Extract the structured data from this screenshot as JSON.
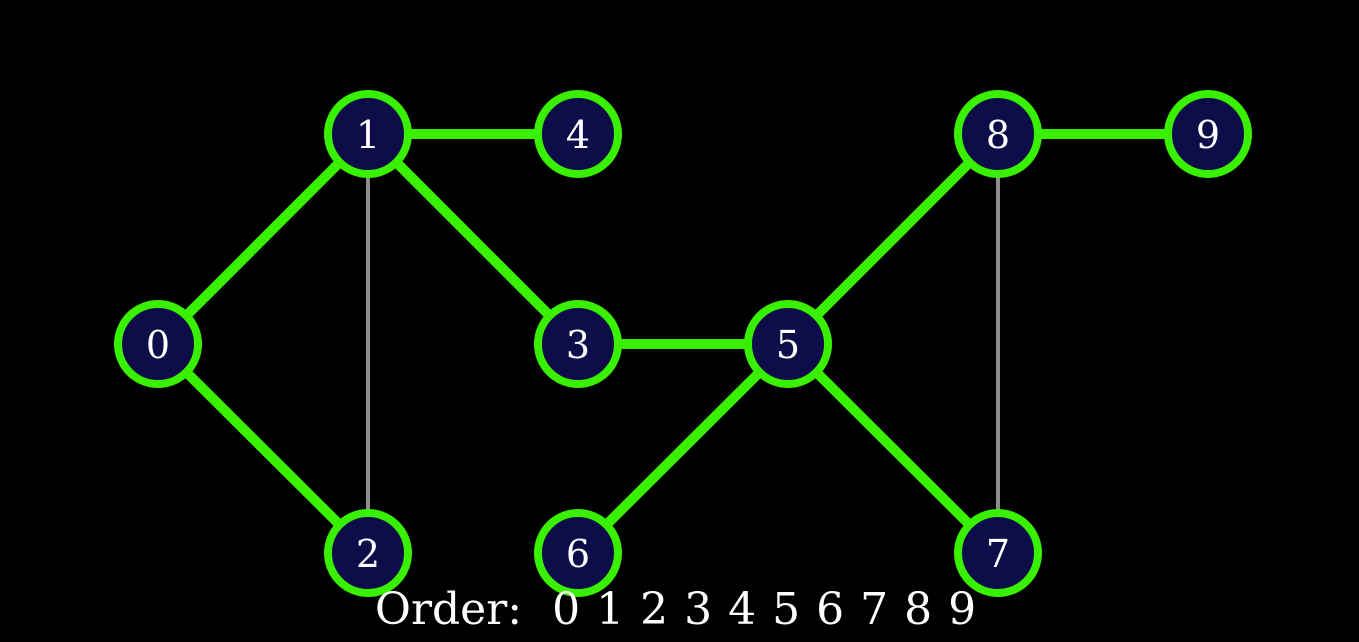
{
  "diagram": {
    "type": "graph-traversal",
    "nodes": [
      {
        "id": "0",
        "label": "0"
      },
      {
        "id": "1",
        "label": "1"
      },
      {
        "id": "2",
        "label": "2"
      },
      {
        "id": "3",
        "label": "3"
      },
      {
        "id": "4",
        "label": "4"
      },
      {
        "id": "5",
        "label": "5"
      },
      {
        "id": "6",
        "label": "6"
      },
      {
        "id": "7",
        "label": "7"
      },
      {
        "id": "8",
        "label": "8"
      },
      {
        "id": "9",
        "label": "9"
      }
    ],
    "edges": [
      {
        "from": "0",
        "to": "1",
        "highlighted": true
      },
      {
        "from": "0",
        "to": "2",
        "highlighted": true
      },
      {
        "from": "1",
        "to": "2",
        "highlighted": false
      },
      {
        "from": "1",
        "to": "3",
        "highlighted": true
      },
      {
        "from": "1",
        "to": "4",
        "highlighted": true
      },
      {
        "from": "3",
        "to": "5",
        "highlighted": true
      },
      {
        "from": "5",
        "to": "6",
        "highlighted": true
      },
      {
        "from": "5",
        "to": "7",
        "highlighted": true
      },
      {
        "from": "5",
        "to": "8",
        "highlighted": true
      },
      {
        "from": "8",
        "to": "7",
        "highlighted": false
      },
      {
        "from": "8",
        "to": "9",
        "highlighted": true
      }
    ],
    "colors": {
      "background": "#000000",
      "node_fill": "#0d0d4a",
      "node_stroke": "#39f000",
      "edge_highlighted": "#39f000",
      "edge_default": "#8c8c8c",
      "text": "#ffffff"
    }
  },
  "order": {
    "label": "Order:",
    "sequence": [
      "0",
      "1",
      "2",
      "3",
      "4",
      "5",
      "6",
      "7",
      "8",
      "9"
    ]
  }
}
